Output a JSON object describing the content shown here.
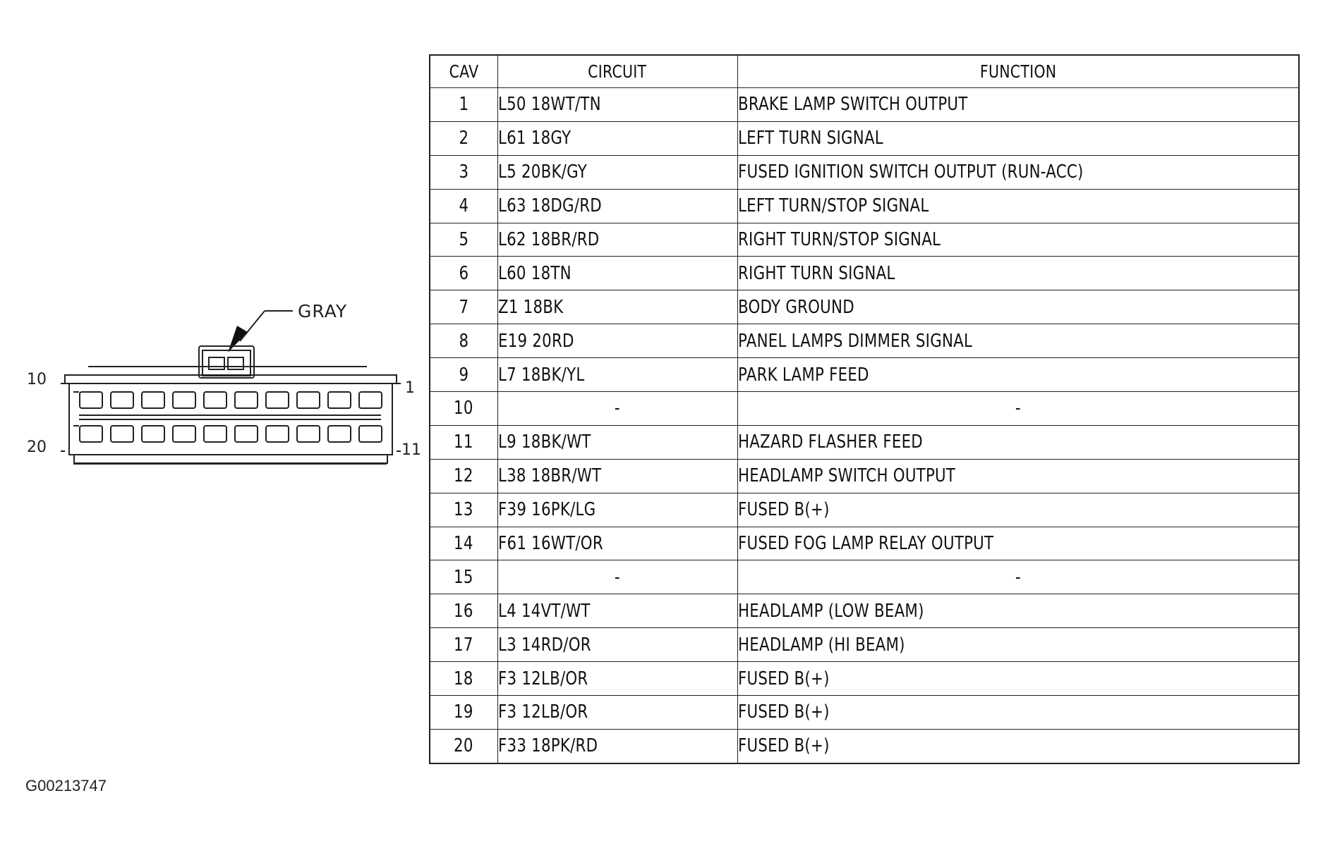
{
  "connector": {
    "color_label": "GRAY",
    "pin_labels": {
      "top_left": "10",
      "top_right": "1",
      "bottom_left": "20",
      "bottom_right": "11"
    }
  },
  "table": {
    "headers": {
      "cav": "CAV",
      "circuit": "CIRCUIT",
      "function": "FUNCTION"
    },
    "rows": [
      {
        "cav": "1",
        "circuit": "L50 18WT/TN",
        "function": "BRAKE LAMP SWITCH OUTPUT"
      },
      {
        "cav": "2",
        "circuit": "L61 18GY",
        "function": "LEFT TURN SIGNAL"
      },
      {
        "cav": "3",
        "circuit": "L5 20BK/GY",
        "function": "FUSED IGNITION SWITCH OUTPUT (RUN-ACC)"
      },
      {
        "cav": "4",
        "circuit": "L63 18DG/RD",
        "function": "LEFT TURN/STOP SIGNAL"
      },
      {
        "cav": "5",
        "circuit": "L62 18BR/RD",
        "function": "RIGHT TURN/STOP SIGNAL"
      },
      {
        "cav": "6",
        "circuit": "L60 18TN",
        "function": "RIGHT TURN SIGNAL"
      },
      {
        "cav": "7",
        "circuit": "Z1 18BK",
        "function": "BODY GROUND"
      },
      {
        "cav": "8",
        "circuit": "E19 20RD",
        "function": "PANEL LAMPS DIMMER SIGNAL"
      },
      {
        "cav": "9",
        "circuit": "L7 18BK/YL",
        "function": "PARK LAMP FEED"
      },
      {
        "cav": "10",
        "circuit": "-",
        "function": "-"
      },
      {
        "cav": "11",
        "circuit": "L9 18BK/WT",
        "function": "HAZARD FLASHER FEED"
      },
      {
        "cav": "12",
        "circuit": "L38 18BR/WT",
        "function": "HEADLAMP SWITCH OUTPUT"
      },
      {
        "cav": "13",
        "circuit": "F39 16PK/LG",
        "function": "FUSED B(+)"
      },
      {
        "cav": "14",
        "circuit": "F61 16WT/OR",
        "function": "FUSED FOG LAMP RELAY OUTPUT"
      },
      {
        "cav": "15",
        "circuit": "-",
        "function": "-"
      },
      {
        "cav": "16",
        "circuit": "L4 14VT/WT",
        "function": "HEADLAMP (LOW BEAM)"
      },
      {
        "cav": "17",
        "circuit": "L3 14RD/OR",
        "function": "HEADLAMP (HI BEAM)"
      },
      {
        "cav": "18",
        "circuit": "F3 12LB/OR",
        "function": "FUSED B(+)"
      },
      {
        "cav": "19",
        "circuit": "F3 12LB/OR",
        "function": "FUSED B(+)"
      },
      {
        "cav": "20",
        "circuit": "F33 18PK/RD",
        "function": "FUSED B(+)"
      }
    ]
  },
  "figure_id": "G00213747",
  "colors": {
    "ink": "#222222",
    "background": "#ffffff"
  }
}
